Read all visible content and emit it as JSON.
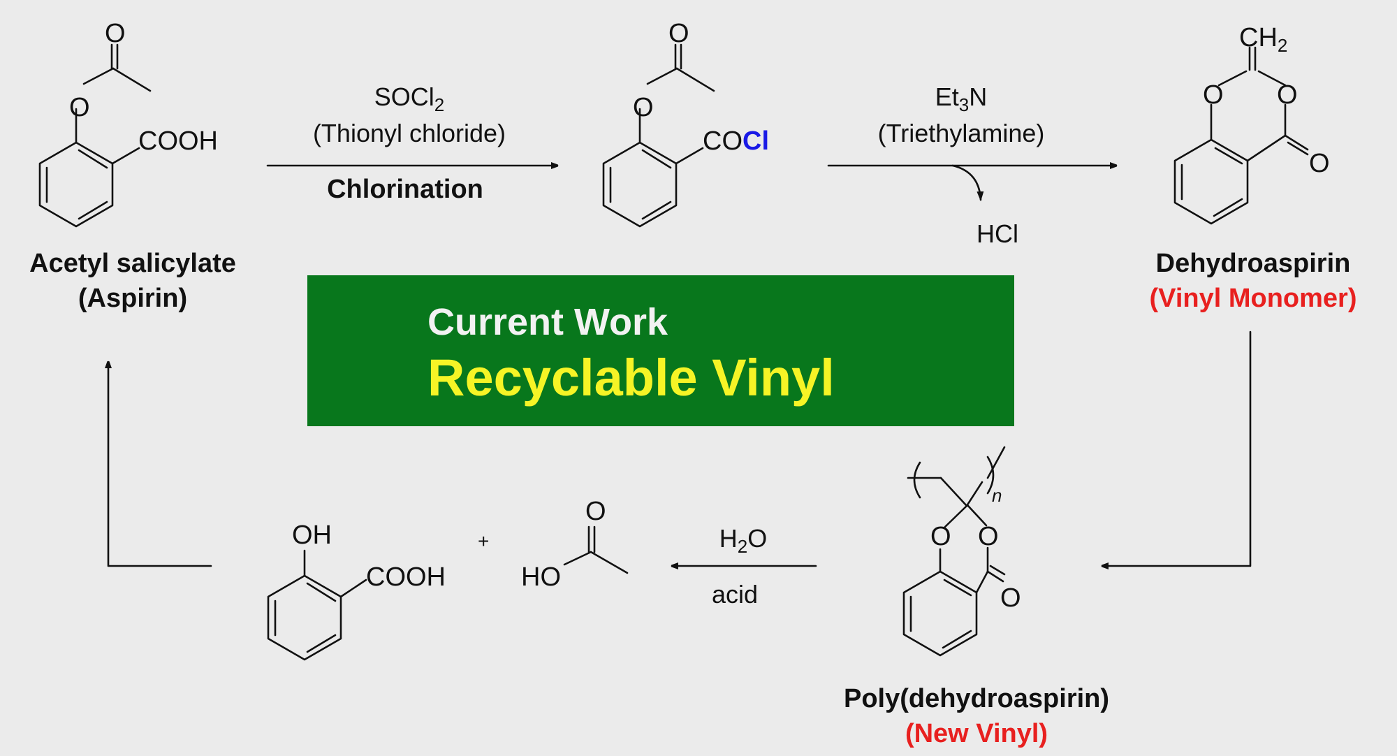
{
  "compounds": {
    "aspirin": {
      "name": "Acetyl salicylate",
      "alias": "(Aspirin)",
      "acid_group": "COOH"
    },
    "acid_chloride": {
      "acyl": "CO",
      "halogen": "Cl"
    },
    "dehydroaspirin": {
      "name": "Dehydroaspirin",
      "alias": "(Vinyl Monomer)",
      "exocyclic": "CH",
      "exocyclic_sub": "2"
    },
    "polymer": {
      "name": "Poly(dehydroaspirin)",
      "alias": "(New Vinyl)",
      "repeat_index": "n"
    },
    "salicylic_acid": {
      "hydroxyl": "OH",
      "acid_group": "COOH"
    },
    "acetic_acid": {
      "hydroxyl": "HO"
    }
  },
  "atoms": {
    "oxygen": "O"
  },
  "reactions": {
    "chlorination": {
      "reagent_main": "SOCl",
      "reagent_sub": "2",
      "reagent_name": "(Thionyl chloride)",
      "process": "Chlorination"
    },
    "elimination": {
      "reagent_main": "Et",
      "reagent_sub": "3",
      "reagent_tail": "N",
      "reagent_name": "(Triethylamine)",
      "byproduct": "HCl"
    },
    "hydrolysis": {
      "reagent_main": "H",
      "reagent_sub": "2",
      "reagent_tail": "O",
      "condition": "acid"
    }
  },
  "plus_sign": "+",
  "banner": {
    "kicker": "Current Work",
    "title": "Recyclable Vinyl"
  },
  "colors": {
    "banner_bg": "#08771c",
    "banner_title": "#f6f426",
    "highlight_red": "#e8201f",
    "chlorine_blue": "#1a1ae6"
  }
}
